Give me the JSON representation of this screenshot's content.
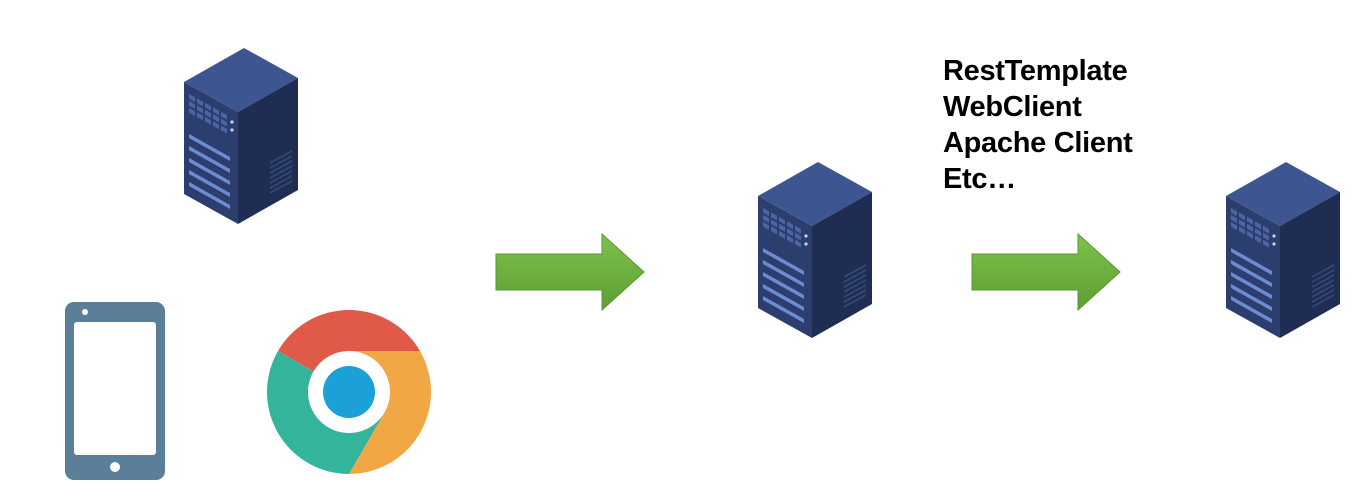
{
  "diagram": {
    "http_clients": [
      "RestTemplate",
      "WebClient",
      "Apache Client",
      "Etc…"
    ],
    "icons": {
      "source_server": "server-icon",
      "mobile_device": "smartphone-icon",
      "browser": "chrome-browser-icon",
      "middle_server": "server-icon",
      "target_server": "server-icon",
      "arrow": "right-arrow-icon"
    },
    "colors": {
      "server_front": "#2c3e6e",
      "server_side": "#1f2d52",
      "server_top": "#3d5591",
      "arrow_green": "#6db33f",
      "phone_frame": "#5b7f99",
      "chrome_red": "#e05a4a",
      "chrome_yellow": "#f2a745",
      "chrome_green": "#35b49c",
      "chrome_blue": "#1ba1d6",
      "text": "#000000"
    }
  }
}
